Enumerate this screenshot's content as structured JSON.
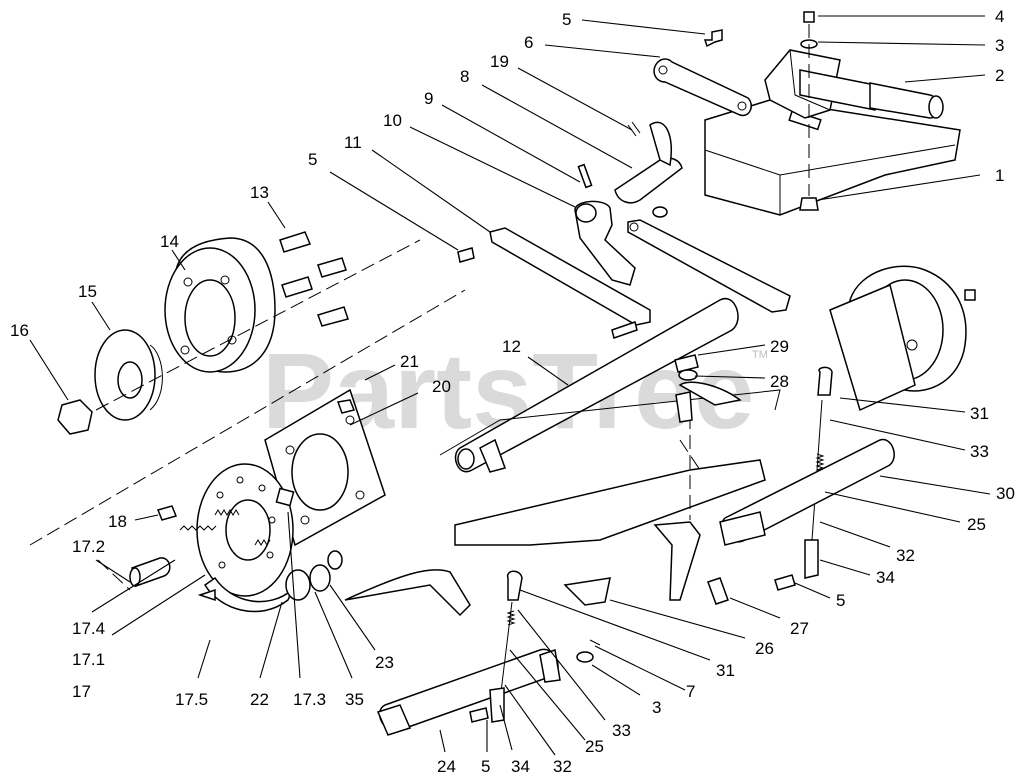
{
  "watermark": {
    "text": "PartsTree",
    "trademark": "TM"
  },
  "callouts": {
    "c1": "1",
    "c2": "2",
    "c3a": "3",
    "c4": "4",
    "c5a": "5",
    "c6": "6",
    "c19": "19",
    "c8": "8",
    "c9": "9",
    "c10": "10",
    "c11": "11",
    "c5b": "5",
    "c13": "13",
    "c14": "14",
    "c15": "15",
    "c16": "16",
    "c12": "12",
    "c29": "29",
    "c28": "28",
    "c31a": "31",
    "c33a": "33",
    "c30": "30",
    "c25a": "25",
    "c32a": "32",
    "c34a": "34",
    "c5c": "5",
    "c27": "27",
    "c26": "26",
    "c31b": "31",
    "c7": "7",
    "c3b": "3",
    "c33b": "33",
    "c25b": "25",
    "c32b": "32",
    "c34b": "34",
    "c5d": "5",
    "c24": "24",
    "c21": "21",
    "c20": "20",
    "c18": "18",
    "c17_2": "17.2",
    "c17_4": "17.4",
    "c17_1": "17.1",
    "c17": "17",
    "c17_5": "17.5",
    "c22": "22",
    "c17_3": "17.3",
    "c35": "35",
    "c23": "23"
  }
}
